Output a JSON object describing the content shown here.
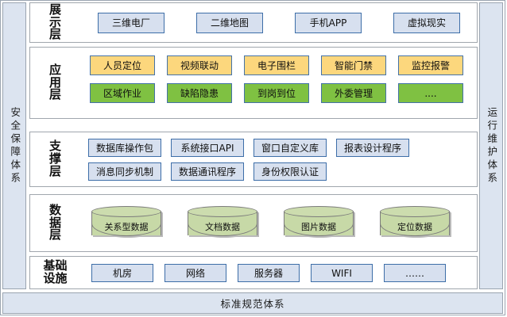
{
  "frame": {
    "left_band_label": "安全保障体系",
    "right_band_label": "运行维护体系",
    "bottom_bar_label": "标准规范体系"
  },
  "layers": [
    {
      "key": "presentation",
      "label_lines": [
        "展",
        "示",
        "层"
      ],
      "label_text": "展示层",
      "rows": [
        {
          "style": "blue",
          "nodes": [
            {
              "label": "三维电厂"
            },
            {
              "label": "二维地图"
            },
            {
              "label": "手机APP"
            },
            {
              "label": "虚拟现实"
            }
          ]
        }
      ]
    },
    {
      "key": "application",
      "label_lines": [
        "应",
        "用",
        "层"
      ],
      "label_text": "应用层",
      "rows": [
        {
          "style": "amber",
          "nodes": [
            {
              "label": "人员定位"
            },
            {
              "label": "视频联动"
            },
            {
              "label": "电子围栏"
            },
            {
              "label": "智能门禁"
            },
            {
              "label": "监控报警"
            }
          ]
        },
        {
          "style": "green",
          "nodes": [
            {
              "label": "区域作业"
            },
            {
              "label": "缺陷隐患"
            },
            {
              "label": "到岗到位"
            },
            {
              "label": "外委管理"
            },
            {
              "label": "...."
            }
          ]
        }
      ]
    },
    {
      "key": "support",
      "label_lines": [
        "支",
        "撑",
        "层"
      ],
      "label_text": "支撑层",
      "rows": [
        {
          "style": "blue",
          "nodes": [
            {
              "label": "数据库操作包"
            },
            {
              "label": "系统接口API"
            },
            {
              "label": "窗口自定义库"
            },
            {
              "label": "报表设计程序"
            }
          ]
        },
        {
          "style": "blue",
          "nodes": [
            {
              "label": "消息同步机制"
            },
            {
              "label": "数据通讯程序"
            },
            {
              "label": "身份权限认证"
            }
          ]
        }
      ]
    },
    {
      "key": "data",
      "label_lines": [
        "数",
        "据",
        "层"
      ],
      "label_text": "数据层",
      "rows": [
        {
          "style": "cylinder",
          "nodes": [
            {
              "label": "关系型数据"
            },
            {
              "label": "文档数据"
            },
            {
              "label": "图片数据"
            },
            {
              "label": "定位数据"
            }
          ]
        }
      ]
    },
    {
      "key": "infrastructure",
      "label_lines": [
        "基础",
        "设施"
      ],
      "label_text": "基础设施",
      "rows": [
        {
          "style": "blue",
          "nodes": [
            {
              "label": "机房"
            },
            {
              "label": "网络"
            },
            {
              "label": "服务器"
            },
            {
              "label": "WIFI"
            },
            {
              "label": "……"
            }
          ]
        }
      ]
    }
  ],
  "colors": {
    "band_fill": "#dce4f0",
    "band_border": "#9aa4b0",
    "blue_fill": "#d7e0ef",
    "blue_border": "#3d6ea8",
    "amber_fill": "#fcd77d",
    "green_fill": "#7fc142",
    "node_border_blue": "#4472a8",
    "cylinder_fill": "#c7d9a7",
    "cylinder_border": "#7c7c7c",
    "panel_border": "#a0a6ad",
    "text": "#101010"
  }
}
